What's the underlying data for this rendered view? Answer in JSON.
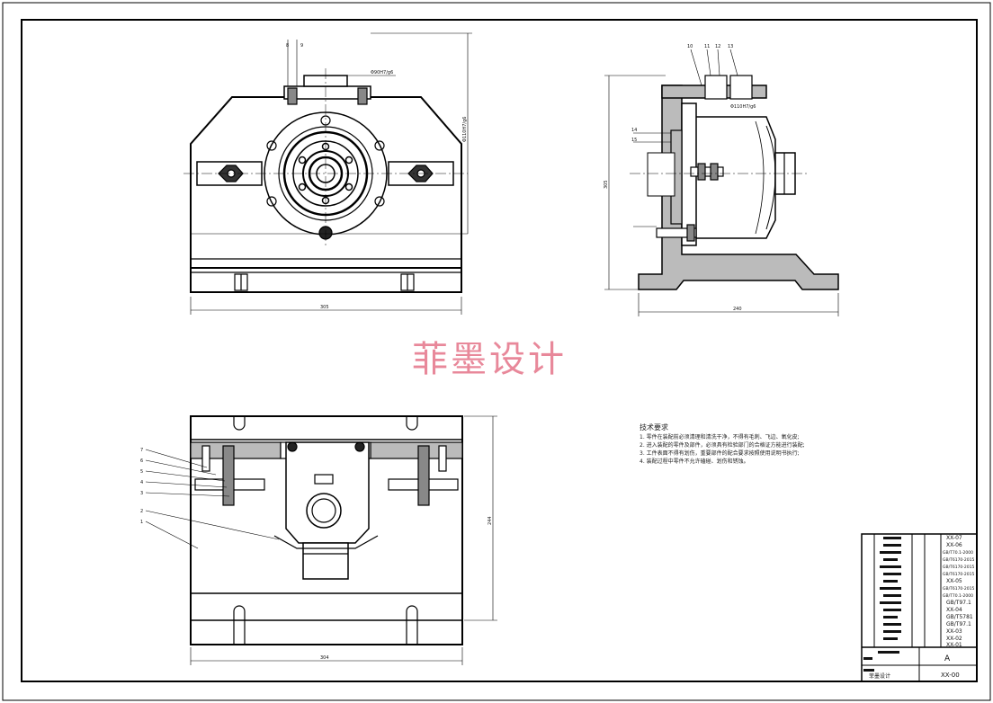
{
  "watermark": "菲墨设计",
  "technical_requirements": {
    "title": "技术要求",
    "items": [
      "1. 零件在装配前必须清理和清洗干净，不得有毛刺、飞边、氧化皮;",
      "2. 进入装配的零件及部件，必须具有检验部门的合格证方能进行装配;",
      "3. 工件表面不得有划伤，重要部件的配合要求按照使用说明书执行;",
      "4. 装配过程中零件不允许磕碰、划伤和锈蚀。"
    ]
  },
  "title_block": {
    "codes": [
      "XX-07",
      "XX-06",
      "GB/T70.1-2000",
      "GB/T6170-2015",
      "GB/T6170-2015",
      "GB/T6170-2015",
      "XX-05",
      "GB/T6170-2015",
      "GB/T70.1-2000",
      "GB/T97.1",
      "XX-04",
      "GB/T5781",
      "GB/T97.1",
      "XX-03",
      "XX-02",
      "XX-01"
    ],
    "scale_mark": "A",
    "drawing_no": "XX-00",
    "school": "菲墨设计"
  },
  "dimensions": {
    "front_width": "305",
    "side_width": "240",
    "top_width": "304",
    "top_height": "244",
    "side_height": "305",
    "fit_main": "Φ110H7/g6",
    "fit_small": "Φ90H7/g6"
  },
  "leader_numbers": [
    "1",
    "2",
    "3",
    "4",
    "5",
    "6",
    "7",
    "8",
    "9",
    "10",
    "11",
    "12",
    "13",
    "14",
    "15"
  ]
}
